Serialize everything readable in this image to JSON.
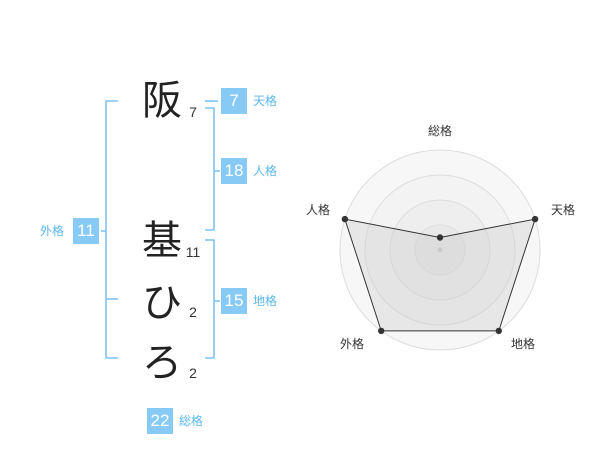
{
  "name": {
    "chars": [
      {
        "char": "阪",
        "strokes": "7"
      },
      {
        "char": "基",
        "strokes": "11"
      },
      {
        "char": "ひ",
        "strokes": "2"
      },
      {
        "char": "ろ",
        "strokes": "2"
      }
    ]
  },
  "fortune": {
    "tenkaku": {
      "label": "天格",
      "value": "7"
    },
    "jinkaku": {
      "label": "人格",
      "value": "18"
    },
    "chikaku": {
      "label": "地格",
      "value": "15"
    },
    "gaikaku": {
      "label": "外格",
      "value": "11"
    },
    "soukaku": {
      "label": "総格",
      "value": "22"
    }
  },
  "colors": {
    "accent": "#86caf5",
    "accent_text": "#5ab6ee",
    "bracket": "#7ec3ee"
  },
  "chart_data": {
    "type": "radar",
    "axes": [
      "総格",
      "天格",
      "地格",
      "外格",
      "人格"
    ],
    "levels": 4,
    "max": 4,
    "values": [
      0.5,
      4,
      4,
      4,
      4
    ]
  }
}
